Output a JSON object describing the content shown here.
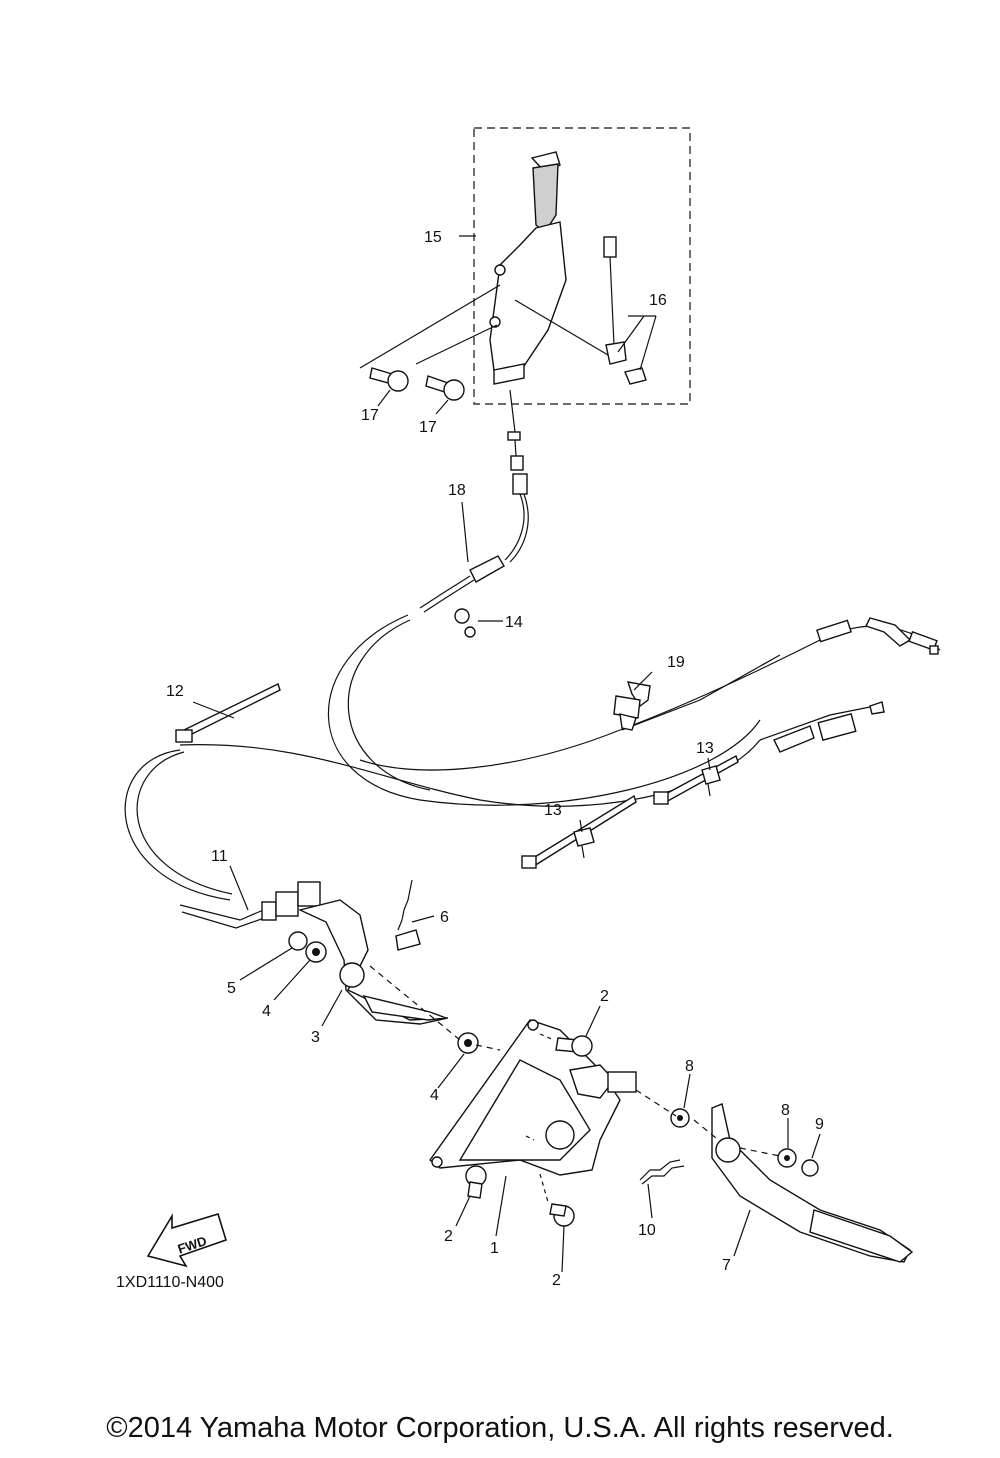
{
  "diagram": {
    "callouts": [
      {
        "id": "c15",
        "label": "15"
      },
      {
        "id": "c16",
        "label": "16"
      },
      {
        "id": "c17a",
        "label": "17"
      },
      {
        "id": "c17b",
        "label": "17"
      },
      {
        "id": "c18",
        "label": "18"
      },
      {
        "id": "c14",
        "label": "14"
      },
      {
        "id": "c12",
        "label": "12"
      },
      {
        "id": "c19",
        "label": "19"
      },
      {
        "id": "c13a",
        "label": "13"
      },
      {
        "id": "c13b",
        "label": "13"
      },
      {
        "id": "c11",
        "label": "11"
      },
      {
        "id": "c6",
        "label": "6"
      },
      {
        "id": "c5",
        "label": "5"
      },
      {
        "id": "c4a",
        "label": "4"
      },
      {
        "id": "c3",
        "label": "3"
      },
      {
        "id": "c2a",
        "label": "2"
      },
      {
        "id": "c4b",
        "label": "4"
      },
      {
        "id": "c8a",
        "label": "8"
      },
      {
        "id": "c8b",
        "label": "8"
      },
      {
        "id": "c9",
        "label": "9"
      },
      {
        "id": "c10",
        "label": "10"
      },
      {
        "id": "c2b",
        "label": "2"
      },
      {
        "id": "c1",
        "label": "1"
      },
      {
        "id": "c2c",
        "label": "2"
      },
      {
        "id": "c7",
        "label": "7"
      }
    ],
    "fwd_label": "FWD",
    "drawing_code": "1XD1110-N400"
  },
  "footer": {
    "copyright": "©2014 Yamaha Motor Corporation, U.S.A. All rights reserved."
  }
}
